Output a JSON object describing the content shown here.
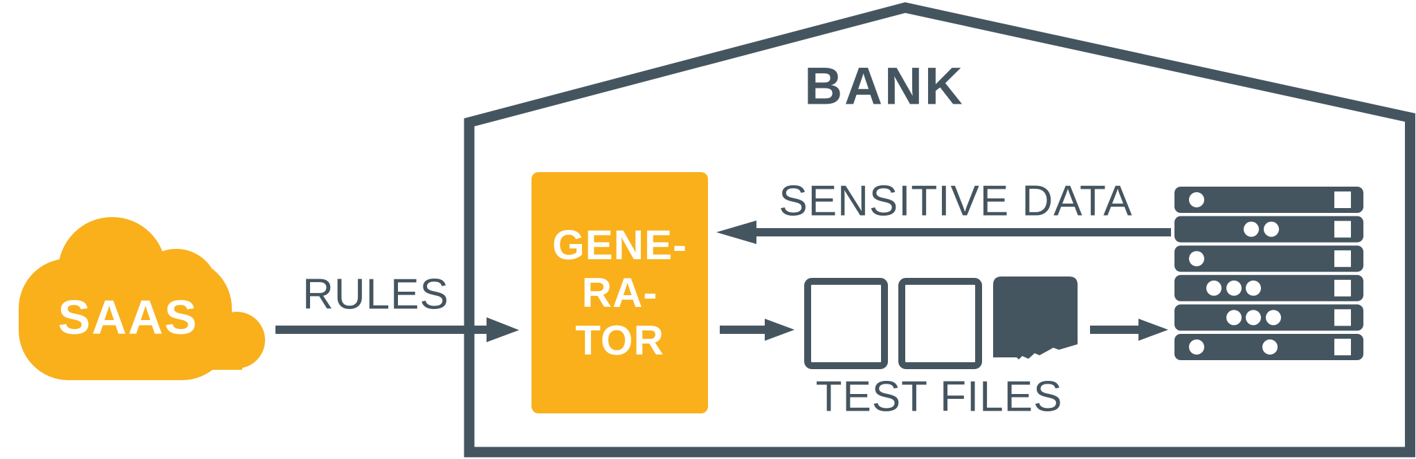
{
  "colors": {
    "orange": "#f9b01b",
    "slate": "#455560",
    "background": "#ffffff",
    "text_on_orange": "#ffffff"
  },
  "diagram": {
    "bank": {
      "label": "BANK",
      "icon": "bank-building-outline"
    },
    "saas": {
      "label": "SAAS",
      "icon": "cloud-icon"
    },
    "generator": {
      "label": "GENERATOR",
      "lines": [
        "GENE-",
        "RA-",
        "TOR"
      ]
    },
    "flows": {
      "rules": {
        "label": "RULES",
        "from": "saas-cloud",
        "to": "generator",
        "direction": "right"
      },
      "sensitive_data": {
        "label": "SENSITIVE DATA",
        "from": "server-rack",
        "to": "generator",
        "direction": "left"
      },
      "generator_output": {
        "from": "generator",
        "to": "test-files",
        "direction": "right"
      },
      "test_files_to_server": {
        "from": "test-files",
        "to": "server-rack",
        "direction": "right"
      }
    },
    "test_files": {
      "label": "TEST FILES",
      "document_count": 3,
      "documents": [
        "blank-document",
        "blank-document",
        "torn-document"
      ]
    },
    "server_rack": {
      "icon": "server-rack-icon",
      "units": 6,
      "dot_pattern": [
        1,
        2,
        1,
        3,
        3,
        2
      ]
    }
  }
}
